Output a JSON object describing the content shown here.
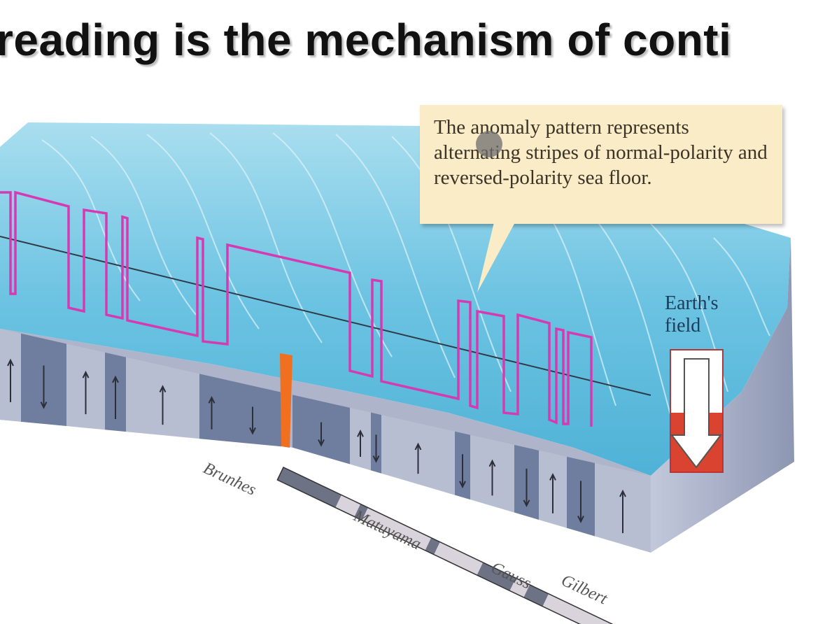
{
  "title": "reading is the mechanism of conti",
  "callout": {
    "text": "The anomaly pattern represents alternating stripes of normal-polarity and reversed-polarity sea floor."
  },
  "earth_field": {
    "line1": "Earth's",
    "line2": "field"
  },
  "timescale": {
    "brunhes": "Brunhes",
    "matuyama": "Matuyama",
    "gauss": "Gauss",
    "gilbert": "Gilbert"
  },
  "colors": {
    "anomaly_line": "#d63ab3",
    "ridge": "#f07020",
    "water": "#7ec9e3",
    "field_arrow": "#d9432f"
  },
  "icons": {
    "polarity_up": "arrow-up-icon",
    "polarity_down": "arrow-down-icon",
    "earth_field": "arrow-down-icon"
  }
}
